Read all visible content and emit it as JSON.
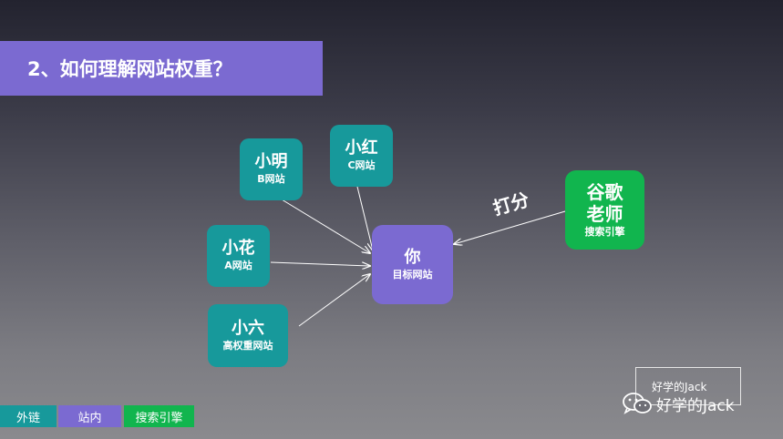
{
  "slide": {
    "title": "2、如何理解网站权重？",
    "colors": {
      "teal": "#17999b",
      "purple": "#7b6ad1",
      "green": "#11b54e"
    }
  },
  "nodes": {
    "xiaoming": {
      "name": "小明",
      "site": "B网站"
    },
    "xiaohong": {
      "name": "小红",
      "site": "C网站"
    },
    "xiaohua": {
      "name": "小花",
      "site": "A网站"
    },
    "xiaoliu": {
      "name": "小六",
      "site": "高权重网站"
    },
    "you": {
      "name": "你",
      "site": "目标网站"
    },
    "google": {
      "name_line1": "谷歌",
      "name_line2": "老师",
      "site": "搜索引擎"
    }
  },
  "edge_label": "打分",
  "legend": {
    "external": "外链",
    "internal": "站内",
    "search": "搜索引擎"
  },
  "watermark": {
    "box_text": "好学的Jack",
    "text": "好学的Jack",
    "icon": "wechat-icon"
  }
}
